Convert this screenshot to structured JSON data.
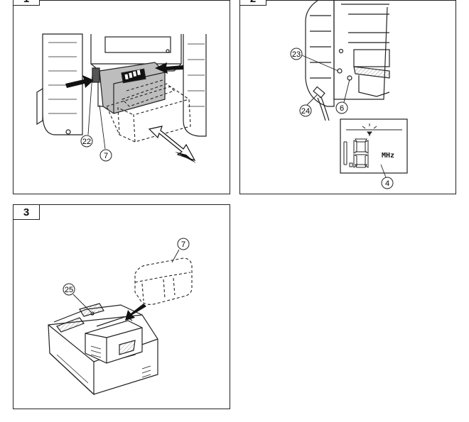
{
  "figures": [
    {
      "id": "fig1",
      "label": "1",
      "callouts": [
        "22",
        "7"
      ]
    },
    {
      "id": "fig2",
      "label": "2",
      "callouts": [
        "23",
        "24",
        "6",
        "4"
      ]
    },
    {
      "id": "fig3",
      "label": "3",
      "callouts": [
        "7",
        "25"
      ]
    }
  ],
  "lcd": {
    "digits": "18",
    "unit": "MHz"
  }
}
